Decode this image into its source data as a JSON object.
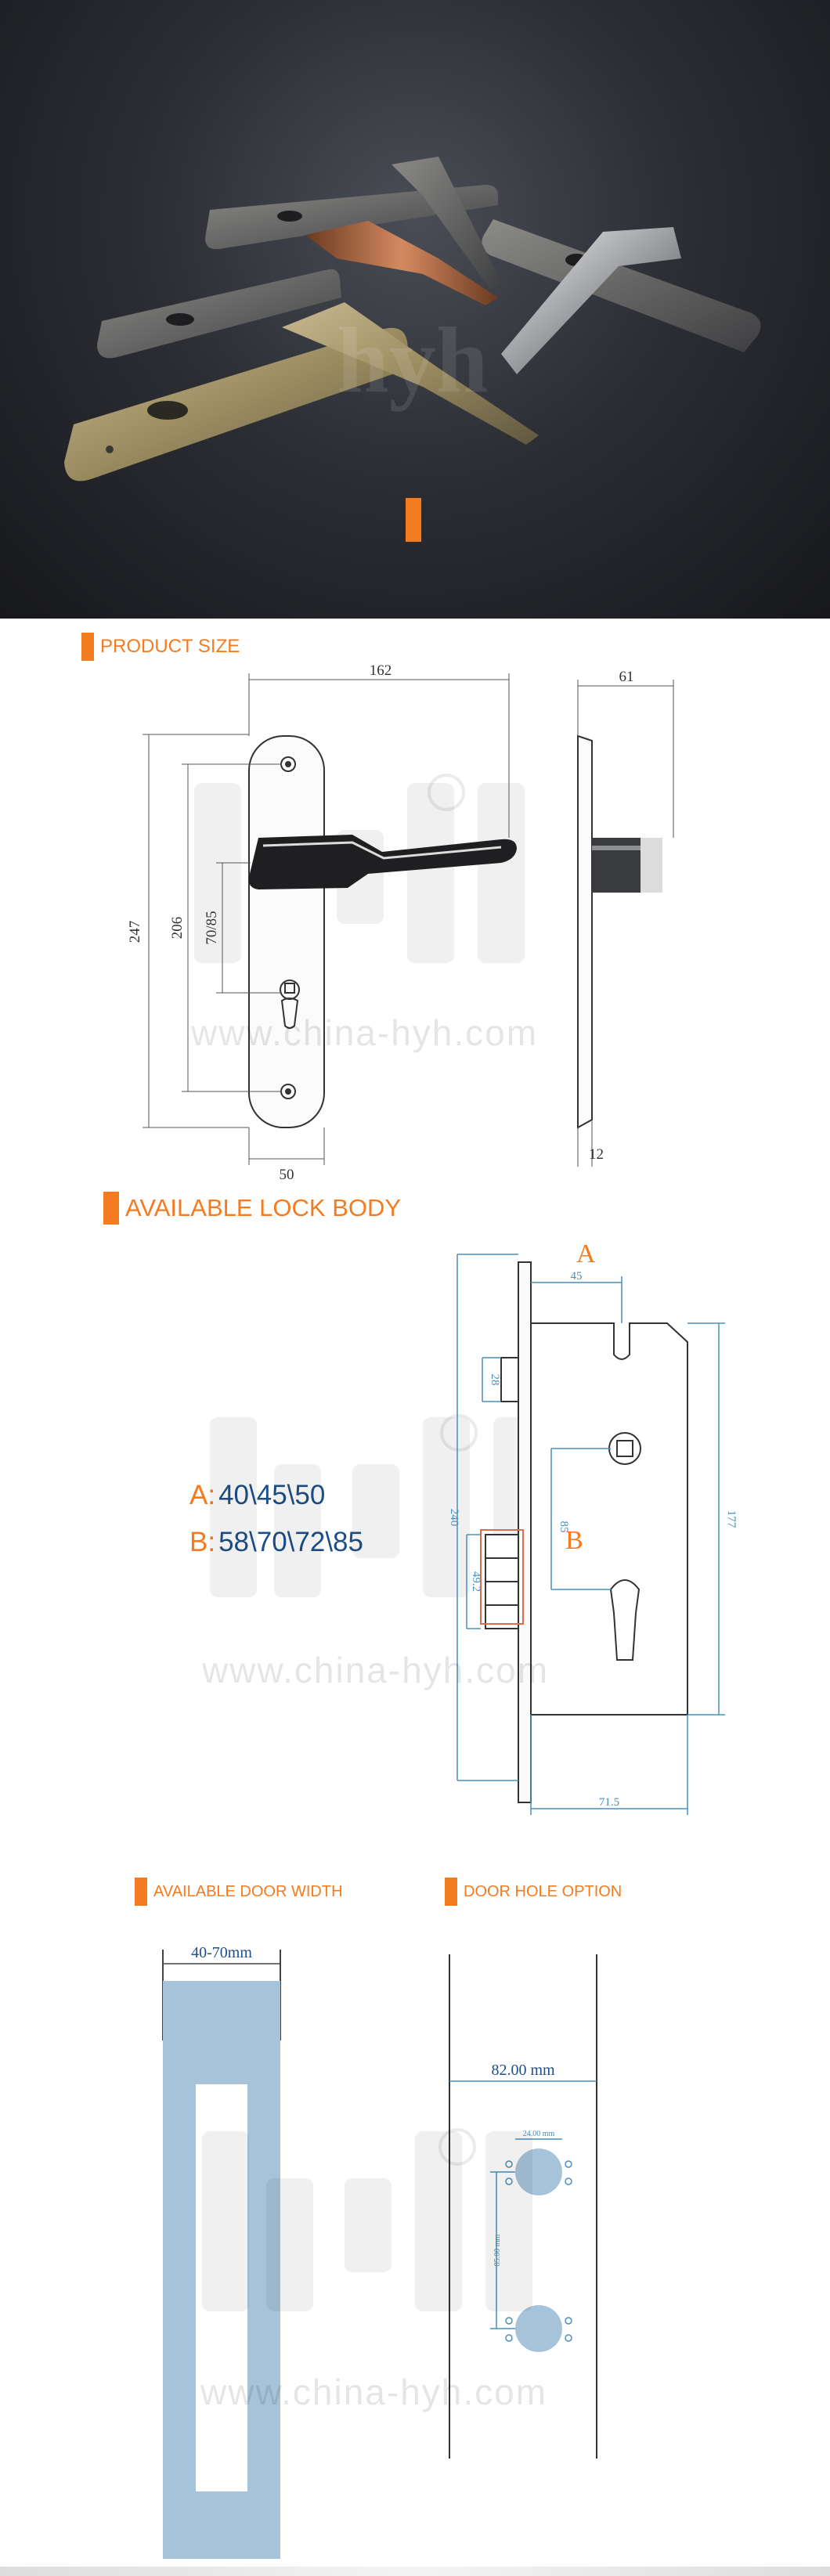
{
  "brand": {
    "logo_text": "hyh",
    "website": "www.china-hyh.com",
    "accent_color": "#f47b20",
    "value_color": "#1d4f8a"
  },
  "hero": {
    "description_icons": [
      "lever-handle-icon",
      "backplate-icon"
    ],
    "accent_icon": "orange-bar-icon"
  },
  "sections": {
    "product_size": "PRODUCT SIZE",
    "available_lock_body": "AVAILABLE LOCK BODY",
    "available_door_width": "AVAILABLE DOOR WIDTH",
    "door_hole_option": "DOOR HOLE OPTION"
  },
  "product_size": {
    "dims": {
      "handle_length": "162",
      "plate_height": "247",
      "hole_spacing": "206",
      "center_distance": "70/85",
      "plate_width": "50",
      "projection": "61",
      "plate_thickness": "12"
    }
  },
  "lock_body": {
    "label_a": "A",
    "label_b": "B",
    "options": [
      {
        "letter": "A:",
        "values": "40\\45\\50"
      },
      {
        "letter": "B:",
        "values": "58\\70\\72\\85"
      }
    ],
    "dims": {
      "backset": "45",
      "latch": "28",
      "faceplate": "240",
      "center": "85",
      "body_height": "177",
      "bolt": "49.2",
      "body_depth": "71.5"
    }
  },
  "door_width": {
    "range": "40-70mm"
  },
  "door_hole": {
    "spacing": "82.00 mm",
    "hole_diameter": "24.00 mm",
    "hole_distance": "85.00 mm"
  }
}
